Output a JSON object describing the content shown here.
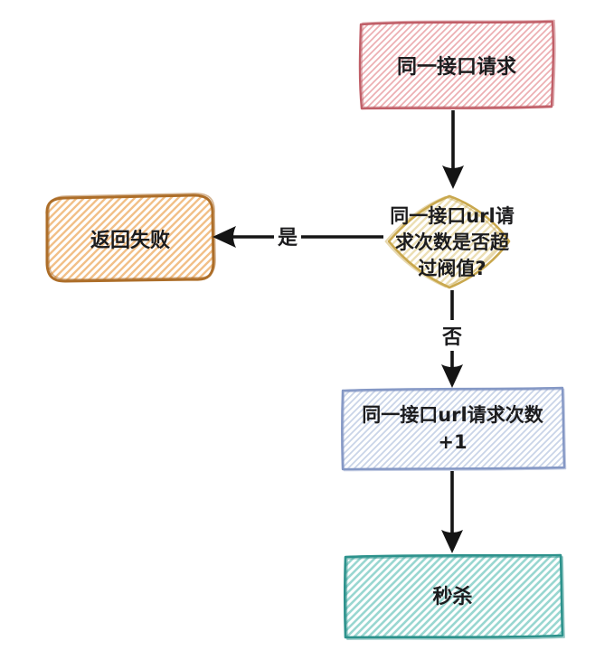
{
  "diagram": {
    "type": "flowchart",
    "style": "hand-drawn-hachure",
    "background_color": "#ffffff",
    "arrow_color": "#141414",
    "text_color": "#1c1c1e"
  },
  "nodes": {
    "start": {
      "label": "同一接口请求",
      "shape": "rectangle",
      "border_color": "#c05f68",
      "hatch_color": "#ecaeb2"
    },
    "decision": {
      "label": "同一接口url请\n求次数是否超\n过阀值?",
      "shape": "diamond",
      "border_color": "#c9a84e",
      "hatch_color": "#ecdfb4"
    },
    "fail": {
      "label": "返回失败",
      "shape": "rounded-rectangle",
      "border_color": "#ad6e29",
      "hatch_color": "#f2c088"
    },
    "increment": {
      "label": "同一接口url请求次数\n+1",
      "shape": "rectangle",
      "border_color": "#8598c5",
      "hatch_color": "#c9d4e8"
    },
    "seckill": {
      "label": "秒杀",
      "shape": "rectangle",
      "border_color": "#2d928c",
      "hatch_color": "#99d7d1"
    }
  },
  "edges": {
    "start_to_decision": {
      "from": "start",
      "to": "decision",
      "label": ""
    },
    "decision_to_fail": {
      "from": "decision",
      "to": "fail",
      "label": "是"
    },
    "decision_to_increment": {
      "from": "decision",
      "to": "increment",
      "label": "否"
    },
    "increment_to_seckill": {
      "from": "increment",
      "to": "seckill",
      "label": ""
    }
  }
}
